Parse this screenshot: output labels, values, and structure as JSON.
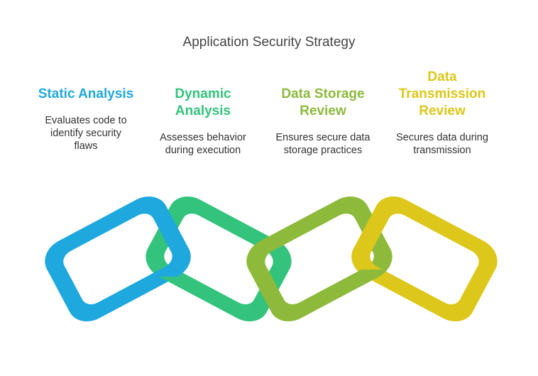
{
  "title": "Application Security Strategy",
  "steps": [
    {
      "title": "Static Analysis",
      "description": "Evaluates code to\nidentify security\nflaws",
      "color": "#1fa8dd"
    },
    {
      "title": "Dynamic\nAnalysis",
      "description": "Assesses behavior\nduring execution",
      "color": "#33c37c"
    },
    {
      "title": "Data Storage\nReview",
      "description": "Ensures secure data\nstorage practices",
      "color": "#8dba3b"
    },
    {
      "title": "Data\nTransmission\nReview",
      "description": "Secures data during\ntransmission",
      "color": "#dcc71a"
    }
  ]
}
